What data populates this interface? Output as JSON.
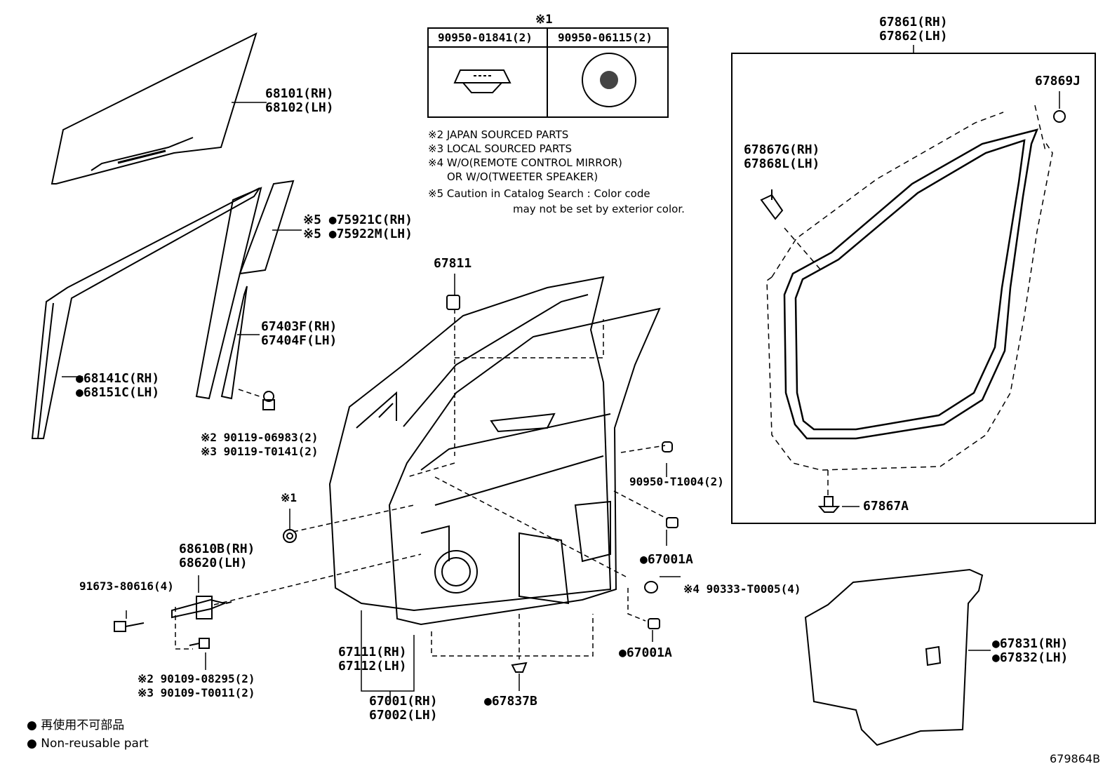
{
  "figure_id": "679864B",
  "table_mark": "※1",
  "table": {
    "col1": "90950-01841(2)",
    "col2": "90950-06115(2)"
  },
  "notes": [
    "※2 JAPAN SOURCED PARTS",
    "※3 LOCAL SOURCED PARTS",
    "※4 W/O(REMOTE CONTROL MIRROR)",
    "OR W/O(TWEETER SPEAKER)",
    "※5 Caution in Catalog Search : Color code",
    "may not be set by exterior color."
  ],
  "legend": {
    "jp": "● 再使用不可部品",
    "en": "● Non-reusable part"
  },
  "labels": {
    "glass": [
      "68101(RH)",
      "68102(LH)"
    ],
    "garnish": [
      "※5 ●75921C(RH)",
      "※5 ●75922M(LH)"
    ],
    "channel": [
      "●68141C(RH)",
      "●68151C(LH)"
    ],
    "run_channel": [
      "67403F(RH)",
      "67404F(LH)"
    ],
    "bolt1": [
      "※2 90119-06983(2)",
      "※3 90119-T0141(2)"
    ],
    "p67811": "67811",
    "mark1": "※1",
    "check": [
      "68610B(RH)",
      "68620(LH)"
    ],
    "bolt2": "91673-80616(4)",
    "bolt3": [
      "※2 90109-08295(2)",
      "※3 90109-T0011(2)"
    ],
    "door_panel": [
      "67111(RH)",
      "67112(LH)"
    ],
    "door_assy": [
      "67001(RH)",
      "67002(LH)"
    ],
    "clip_b": "●67837B",
    "plug1": "90950-T1004(2)",
    "clip_a1": "●67001A",
    "clip_a2": "●67001A",
    "hole": "※4 90333-T0005(4)",
    "weatherstrip": [
      "67861(RH)",
      "67862(LH)"
    ],
    "ws_clip_j": "67869J",
    "ws_clip_g": [
      "67867G(RH)",
      "67868L(LH)"
    ],
    "ws_clip_a": "67867A",
    "seal": [
      "●67831(RH)",
      "●67832(LH)"
    ]
  }
}
